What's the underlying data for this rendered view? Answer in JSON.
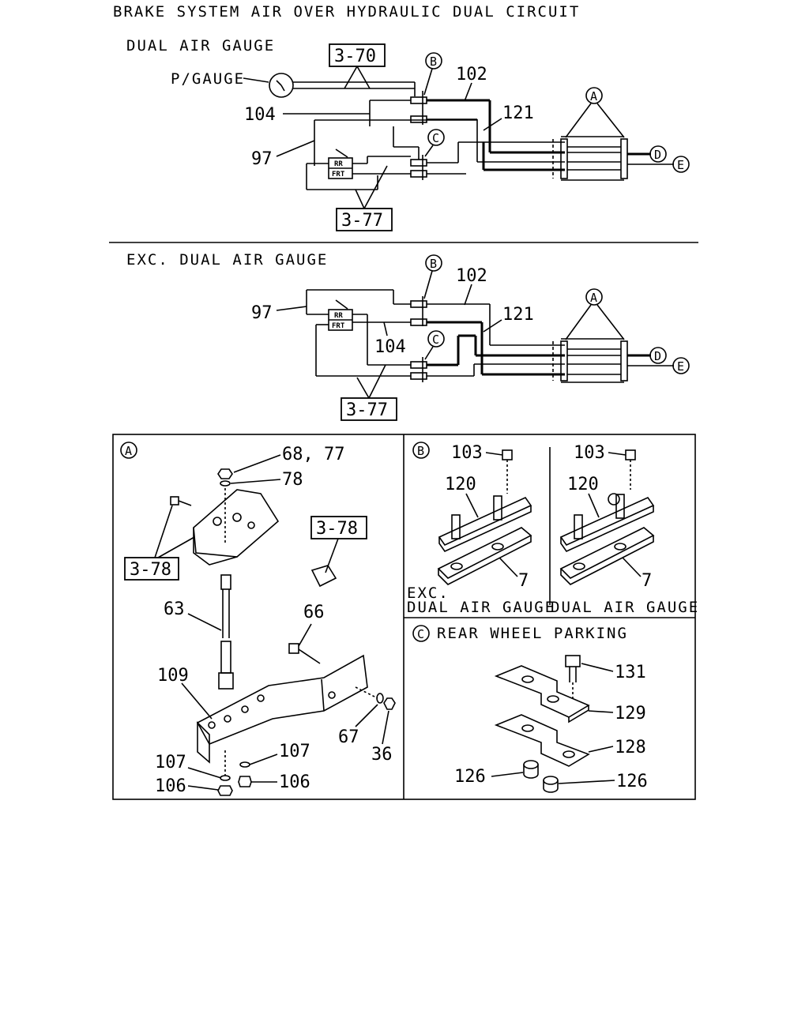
{
  "title": "BRAKE SYSTEM AIR OVER HYDRAULIC DUAL CIRCUIT",
  "section_dual": {
    "heading": "DUAL AIR GAUGE",
    "gauge_label": "P/GAUGE",
    "ref_top": "3-70",
    "ref_bottom": "3-77",
    "callouts": [
      "104",
      "97",
      "102",
      "121"
    ],
    "valve_labels": [
      "RR",
      "FRT"
    ]
  },
  "section_exc": {
    "heading": "EXC. DUAL AIR GAUGE",
    "ref_bottom": "3-77",
    "callouts": [
      "97",
      "104",
      "102",
      "121"
    ],
    "valve_labels": [
      "RR",
      "FRT"
    ]
  },
  "circle_labels": [
    "A",
    "B",
    "C",
    "D",
    "E"
  ],
  "detail_a": {
    "ref_left": "3-78",
    "ref_right": "3-78",
    "callouts": [
      "68, 77",
      "78",
      "63",
      "66",
      "109",
      "107",
      "107",
      "106",
      "106",
      "67",
      "36"
    ]
  },
  "detail_b": {
    "left_callouts": [
      "103",
      "120",
      "7"
    ],
    "right_callouts": [
      "103",
      "120",
      "7"
    ],
    "left_caption_1": "EXC.",
    "left_caption_2": "DUAL AIR GAUGE",
    "right_caption": "DUAL AIR GAUGE"
  },
  "detail_c": {
    "heading": "REAR WHEEL PARKING",
    "callouts": [
      "131",
      "129",
      "128",
      "126",
      "126"
    ]
  }
}
